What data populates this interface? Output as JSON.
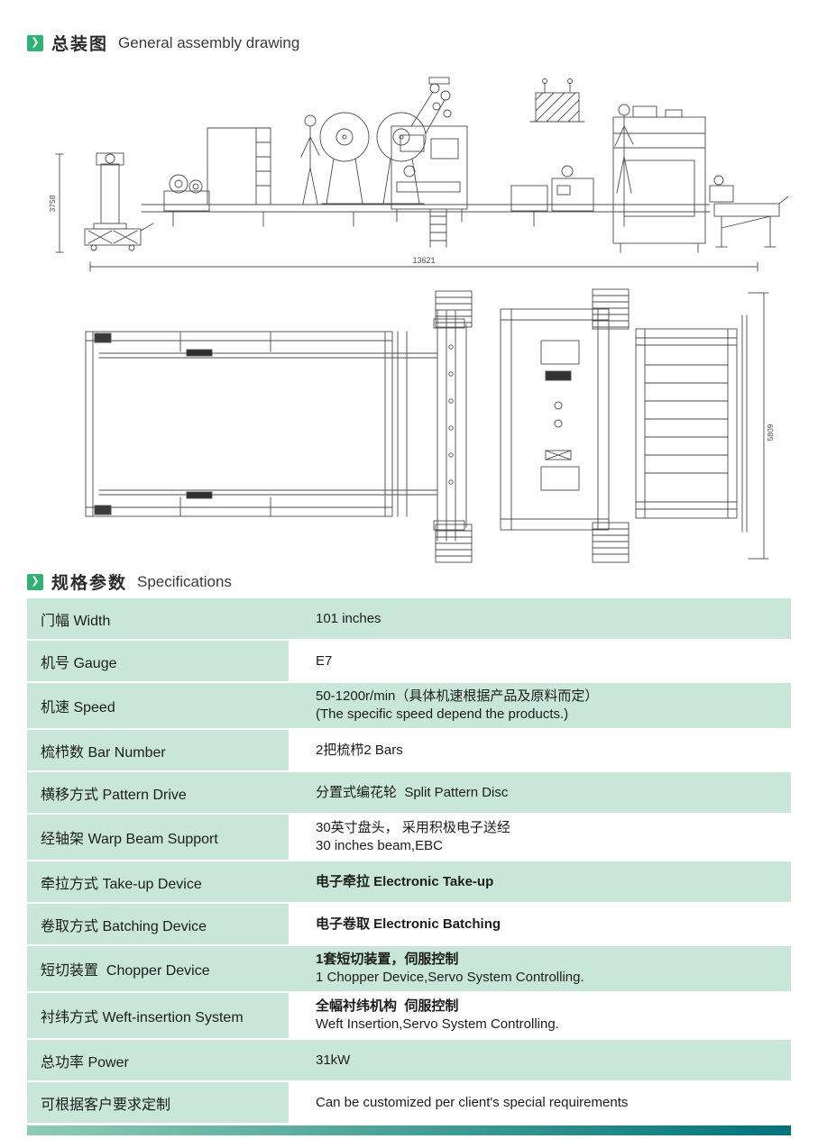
{
  "page": {
    "accent_green": "#2fb274",
    "row_green": "#c9e7d9",
    "footer_gradient_from": "#8fccb3",
    "footer_gradient_to": "#00737a"
  },
  "icons": {
    "section_arrow": "❯"
  },
  "sections": {
    "assembly": {
      "title_zh": "总装图",
      "title_en": "General assembly drawing"
    },
    "specs": {
      "title_zh": "规格参数",
      "title_en": "Specifications"
    }
  },
  "drawings": {
    "side_view": {
      "dim_total_length": "13621",
      "dim_height": "3758"
    },
    "plan_view": {
      "dim_depth": "5809"
    }
  },
  "table": {
    "rows": [
      {
        "label": "门幅 Width",
        "values": [
          {
            "text": "101 inches",
            "bold": false
          }
        ]
      },
      {
        "label": "机号 Gauge",
        "values": [
          {
            "text": "E7",
            "bold": false
          }
        ]
      },
      {
        "label": "机速 Speed",
        "values": [
          {
            "text": "50-1200r/min（具体机速根据产品及原料而定）",
            "bold": false
          },
          {
            "text": "(The specific speed depend the products.)",
            "bold": false
          }
        ]
      },
      {
        "label": "梳栉数 Bar Number",
        "values": [
          {
            "text": "2把梳栉2 Bars",
            "bold": false
          }
        ]
      },
      {
        "label": "横移方式 Pattern Drive",
        "values": [
          {
            "text": "分置式编花轮  Split Pattern Disc",
            "bold": false
          }
        ]
      },
      {
        "label": "经轴架 Warp Beam Support",
        "values": [
          {
            "text": "30英寸盘头， 采用积极电子送经",
            "bold": false
          },
          {
            "text": "30 inches beam,EBC",
            "bold": false
          }
        ]
      },
      {
        "label": "牵拉方式 Take-up Device",
        "values": [
          {
            "text": "电子牵拉 Electronic Take-up",
            "bold": true
          }
        ]
      },
      {
        "label": "卷取方式 Batching Device",
        "values": [
          {
            "text": "电子卷取 Electronic Batching",
            "bold": true
          }
        ]
      },
      {
        "label": "短切装置  Chopper Device",
        "values": [
          {
            "text": "1套短切装置，伺服控制",
            "bold": true
          },
          {
            "text": "1 Chopper Device,Servo System Controlling.",
            "bold": false
          }
        ]
      },
      {
        "label": "衬纬方式 Weft-insertion System",
        "values": [
          {
            "text": "全幅衬纬机构  伺服控制",
            "bold": true
          },
          {
            "text": "Weft Insertion,Servo System Controlling.",
            "bold": false
          }
        ]
      },
      {
        "label": "总功率 Power",
        "values": [
          {
            "text": "31kW",
            "bold": false
          }
        ]
      },
      {
        "label": "可根据客户要求定制",
        "values": [
          {
            "text": "Can be customized per client's special requirements",
            "bold": false
          }
        ]
      }
    ]
  }
}
